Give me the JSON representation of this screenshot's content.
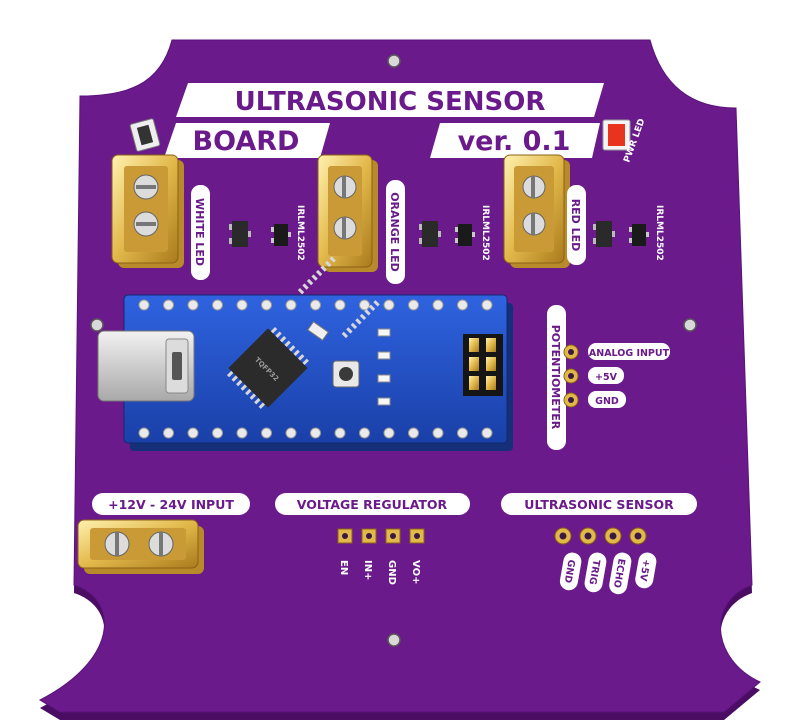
{
  "board": {
    "title_line1": "ULTRASONIC SENSOR",
    "title_line2": "BOARD",
    "version": "ver. 0.1",
    "pwr_led_label": "PWR LED",
    "colors": {
      "pcb": "#6a1a8a",
      "pcb_edge": "#4a0d63",
      "silk": "#ffffff",
      "gold": "#e6c25a",
      "nano": "#1f4fc8"
    }
  },
  "led_connectors": [
    {
      "label": "WHITE LED",
      "mosfet": "IRLML2502"
    },
    {
      "label": "ORANGE LED",
      "mosfet": "IRLML2502"
    },
    {
      "label": "RED LED",
      "mosfet": "IRLML2502"
    }
  ],
  "mcu": {
    "chip_marking": "TQFP32"
  },
  "potentiometer": {
    "title": "POTENTIOMETER",
    "pins": [
      "ANALOG INPUT",
      "+5V",
      "GND"
    ]
  },
  "power_input": {
    "label": "+12V - 24V INPUT"
  },
  "voltage_regulator": {
    "title": "VOLTAGE REGULATOR",
    "pins": [
      "EN",
      "IN+",
      "GND",
      "VO+"
    ]
  },
  "ultrasonic_sensor": {
    "title": "ULTRASONIC SENSOR",
    "pins": [
      "GND",
      "TRIG",
      "ECHO",
      "+5V"
    ]
  }
}
